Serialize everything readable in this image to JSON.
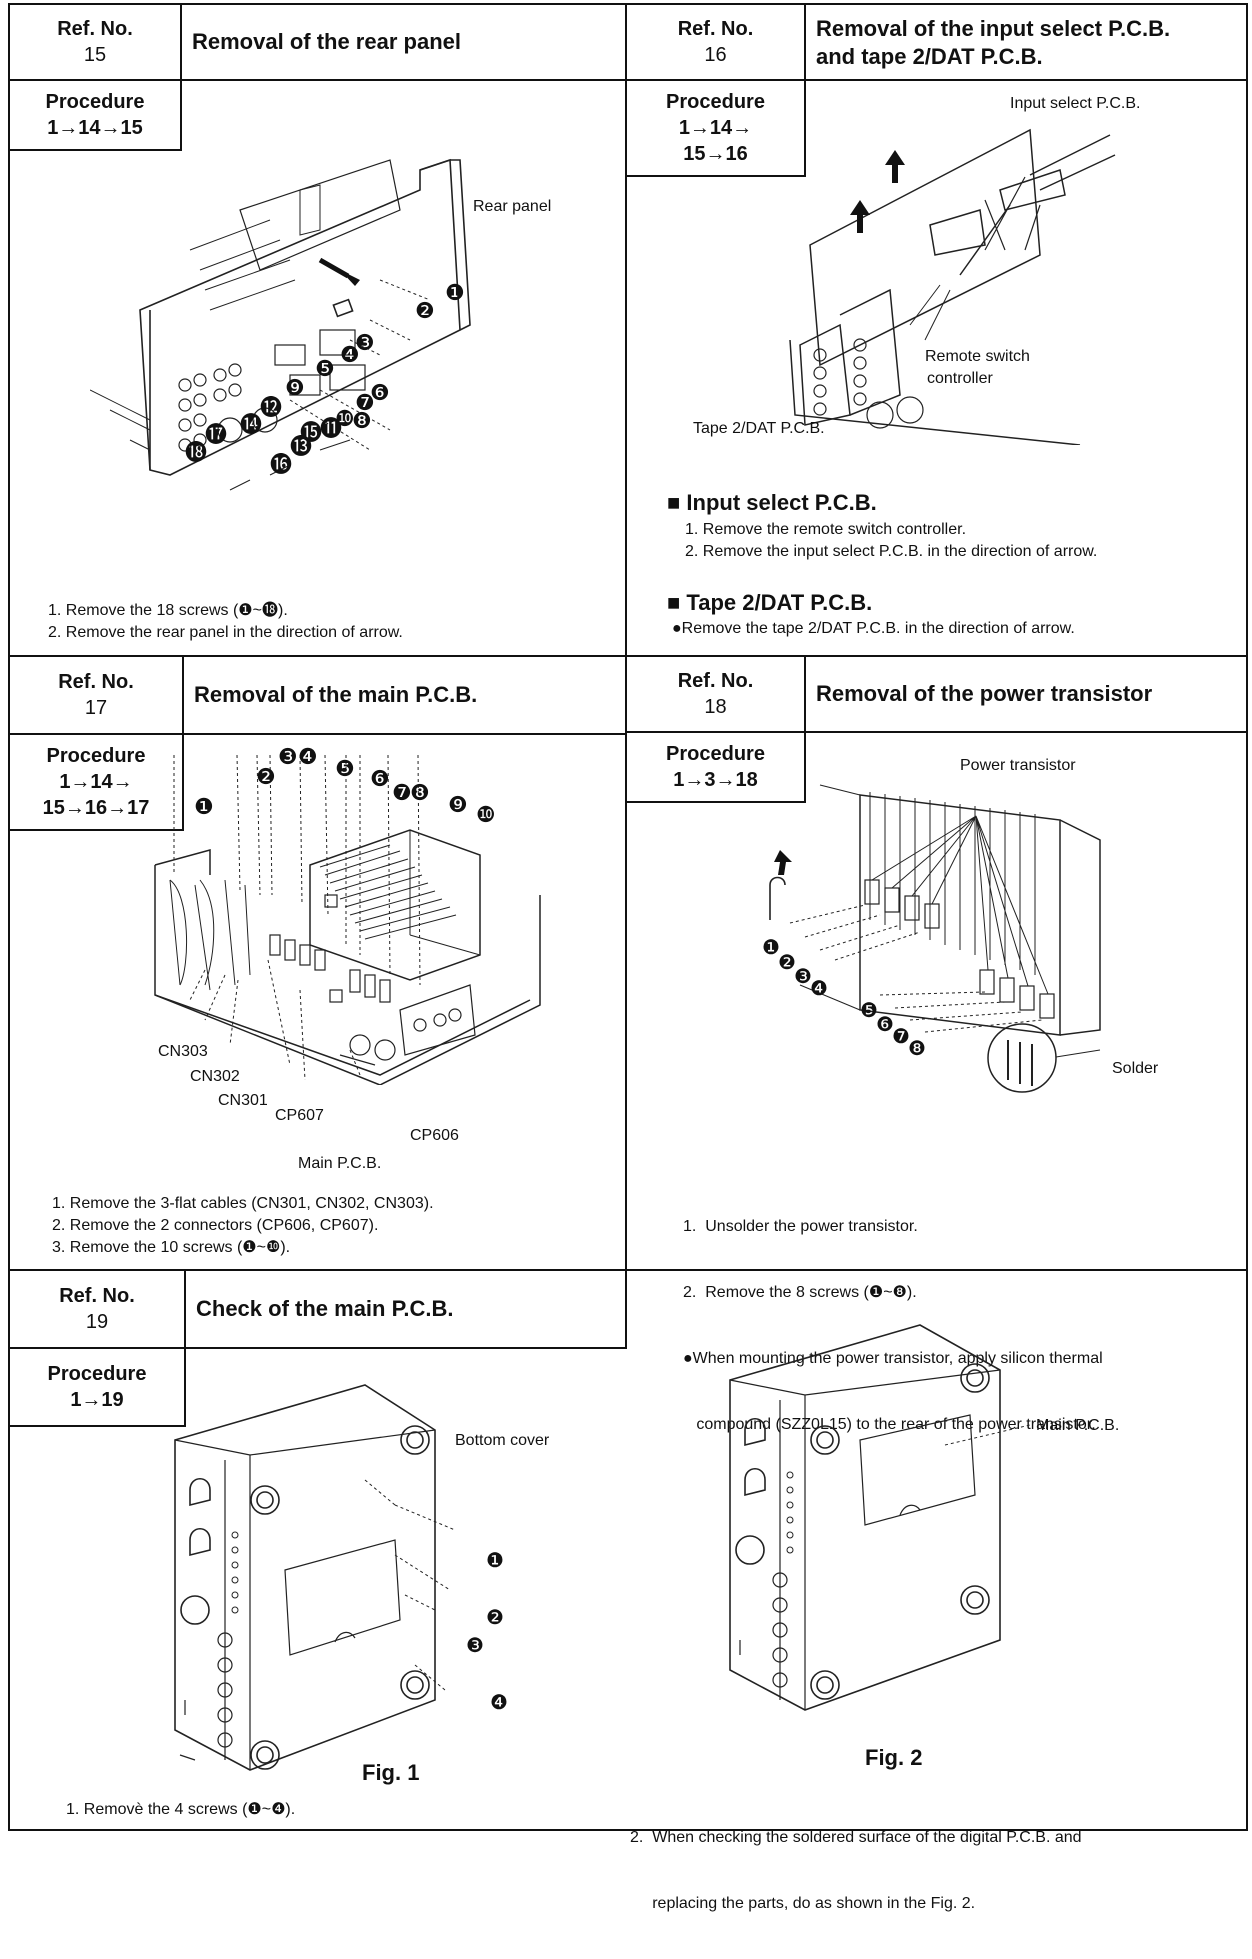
{
  "sections": [
    {
      "ref_label": "Ref. No.",
      "ref_no": "15",
      "title": "Removal of the rear panel",
      "proc_label": "Procedure",
      "proc_lines": [
        "1→14→15"
      ],
      "labels": {
        "rear_panel": "Rear panel"
      },
      "steps": [
        "1.  Remove the 18 screws (❶~⓲).",
        "2.  Remove the rear panel in the direction of arrow."
      ]
    },
    {
      "ref_label": "Ref. No.",
      "ref_no": "16",
      "title_lines": [
        "Removal of the input select P.C.B.",
        "and tape 2/DAT P.C.B."
      ],
      "proc_label": "Procedure",
      "proc_lines": [
        "1→14→",
        "15→16"
      ],
      "labels": {
        "input_select": "Input select P.C.B.",
        "remote_switch_1": "Remote switch",
        "remote_switch_2": "controller",
        "tape_dat": "Tape 2/DAT P.C.B."
      },
      "sub1": "■ Input select P.C.B.",
      "sub1_steps": [
        "1.  Remove the remote switch controller.",
        "2.  Remove the input select P.C.B. in the direction of arrow."
      ],
      "sub2": "■ Tape 2/DAT P.C.B.",
      "sub2_steps": [
        "●Remove the tape 2/DAT P.C.B. in the direction of arrow."
      ]
    },
    {
      "ref_label": "Ref. No.",
      "ref_no": "17",
      "title": "Removal of the main P.C.B.",
      "proc_label": "Procedure",
      "proc_lines": [
        "1→14→",
        "15→16→17"
      ],
      "labels": {
        "cn303": "CN303",
        "cn302": "CN302",
        "cn301": "CN301",
        "cp607": "CP607",
        "cp606": "CP606",
        "main_pcb": "Main P.C.B."
      },
      "steps": [
        "1.  Remove the 3-flat cables (CN301, CN302, CN303).",
        "2.  Remove the 2 connectors (CP606, CP607).",
        "3.  Remove the 10 screws (❶~❿)."
      ]
    },
    {
      "ref_label": "Ref. No.",
      "ref_no": "18",
      "title": "Removal of the power transistor",
      "proc_label": "Procedure",
      "proc_lines": [
        "1→3→18"
      ],
      "labels": {
        "power_transistor": "Power transistor",
        "solder": "Solder"
      },
      "steps": [
        "1.  Unsolder the power transistor.",
        "2.  Remove the 8 screws (❶~❽).",
        "●When mounting the power transistor, apply silicon thermal",
        "   compound (SZZ0L15) to the rear of the power transistor."
      ]
    },
    {
      "ref_label": "Ref. No.",
      "ref_no": "19",
      "title": "Check of the main P.C.B.",
      "proc_label": "Procedure",
      "proc_lines": [
        "1→19"
      ],
      "labels": {
        "bottom_cover": "Bottom cover",
        "main_pcb": "Main P.C.B.",
        "fig1": "Fig. 1",
        "fig2": "Fig. 2"
      },
      "steps": [
        "1.  Removè the 4 screws (❶~❹)."
      ],
      "steps2": [
        "2.  When checking the soldered surface of the digital P.C.B. and",
        "     replacing the parts, do as shown in the Fig. 2."
      ]
    }
  ],
  "screw_numbers_15": [
    "❶",
    "❷",
    "❸",
    "❹",
    "❺",
    "❻",
    "❼",
    "❽",
    "❾",
    "❿",
    "⓫",
    "⓬",
    "⓭",
    "⓮",
    "⓯",
    "⓰",
    "⓱",
    "⓲"
  ],
  "screw_numbers_17": [
    "❶",
    "❷",
    "❸",
    "❹",
    "❺",
    "❻",
    "❼",
    "❽",
    "❾",
    "❿"
  ],
  "screw_numbers_18": [
    "❶",
    "❷",
    "❸",
    "❹",
    "❺",
    "❻",
    "❼",
    "❽"
  ],
  "screw_numbers_19": [
    "❶",
    "❷",
    "❸",
    "❹"
  ]
}
